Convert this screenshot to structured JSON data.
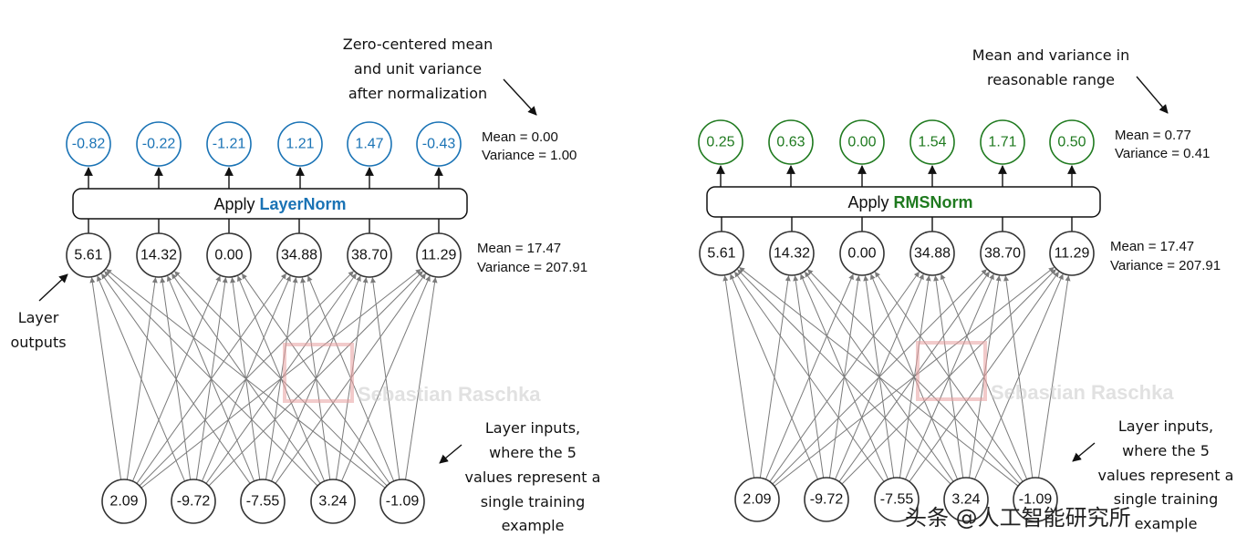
{
  "colors": {
    "layernorm": "#1a73b5",
    "rmsnorm": "#1f7a1f",
    "stroke": "#333333",
    "edge": "#7a7a7a"
  },
  "left": {
    "apply_prefix": "Apply ",
    "method": "LayerNorm",
    "outputs": [
      "-0.82",
      "-0.22",
      "-1.21",
      "1.21",
      "1.47",
      "-0.43"
    ],
    "layer_outputs": [
      "5.61",
      "14.32",
      "0.00",
      "34.88",
      "38.70",
      "11.29"
    ],
    "inputs": [
      "2.09",
      "-9.72",
      "-7.55",
      "3.24",
      "-1.09"
    ],
    "stats_top": [
      "Mean = 0.00",
      "Variance = 1.00"
    ],
    "stats_mid": [
      "Mean = 17.47",
      "Variance = 207.91"
    ],
    "note_top": [
      "Zero-centered mean",
      "and unit variance",
      "after normalization"
    ],
    "note_outputs": [
      "Layer",
      "outputs"
    ],
    "note_inputs": [
      "Layer inputs,",
      "where the 5",
      "values represent a",
      "single training",
      "example"
    ]
  },
  "right": {
    "apply_prefix": "Apply ",
    "method": "RMSNorm",
    "outputs": [
      "0.25",
      "0.63",
      "0.00",
      "1.54",
      "1.71",
      "0.50"
    ],
    "layer_outputs": [
      "5.61",
      "14.32",
      "0.00",
      "34.88",
      "38.70",
      "11.29"
    ],
    "inputs": [
      "2.09",
      "-9.72",
      "-7.55",
      "3.24",
      "-1.09"
    ],
    "stats_top": [
      "Mean = 0.77",
      "Variance = 0.41"
    ],
    "stats_mid": [
      "Mean = 17.47",
      "Variance = 207.91"
    ],
    "note_top": [
      "Mean and variance in",
      "reasonable range"
    ],
    "note_inputs": [
      "Layer inputs,",
      "where the 5",
      "values represent a",
      "single training",
      "example"
    ]
  },
  "watermark": "Sebastian Raschka",
  "footer_watermark": "头条 @人工智能研究所"
}
